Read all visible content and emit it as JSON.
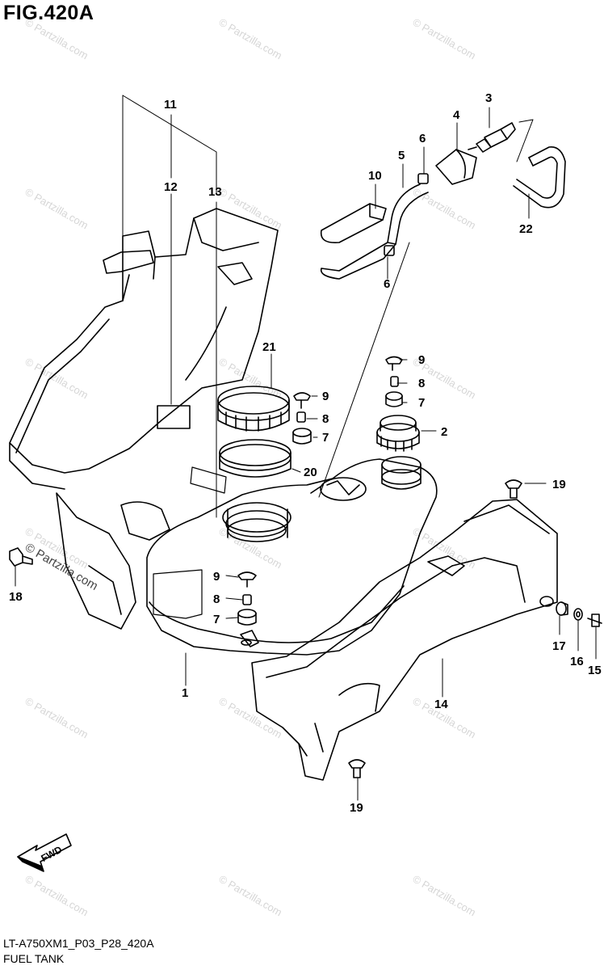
{
  "figure": {
    "title": "FIG.420A"
  },
  "caption": {
    "code": "LT-A750XM1_P03_P28_420A",
    "name": "FUEL TANK"
  },
  "watermark": {
    "text": "© Partzilla.com",
    "color": "#d6d6d6"
  },
  "fwd_arrow": {
    "label": "FWD"
  },
  "callouts": [
    "1",
    "2",
    "3",
    "4",
    "5",
    "6",
    "6",
    "7",
    "7",
    "7",
    "8",
    "8",
    "8",
    "9",
    "9",
    "9",
    "10",
    "11",
    "12",
    "13",
    "14",
    "15",
    "16",
    "17",
    "18",
    "19",
    "19",
    "20",
    "21",
    "22"
  ]
}
